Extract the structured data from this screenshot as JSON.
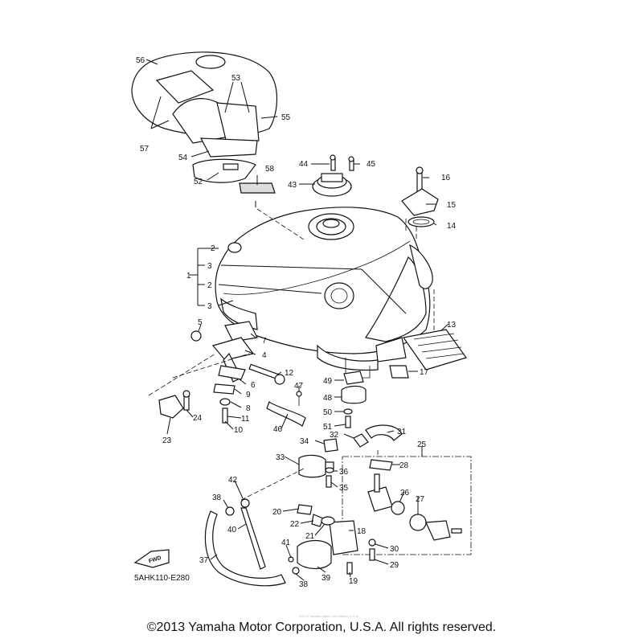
{
  "diagram": {
    "code": "5AHK110-E280",
    "fwd_label": "FWD",
    "watermark": "©2013 Yamaha Motor Corporation, U.S.A.",
    "callouts": {
      "n1": "1",
      "n2a": "2",
      "n2b": "2",
      "n3a": "3",
      "n3b": "3",
      "n4": "4",
      "n5": "5",
      "n6": "6",
      "n7": "7",
      "n8": "8",
      "n9": "9",
      "n10": "10",
      "n11": "11",
      "n12": "12",
      "n13": "13",
      "n14": "14",
      "n15": "15",
      "n16": "16",
      "n17": "17",
      "n18": "18",
      "n19": "19",
      "n20": "20",
      "n21": "21",
      "n22": "22",
      "n23": "23",
      "n24": "24",
      "n25": "25",
      "n26": "26",
      "n27": "27",
      "n28": "28",
      "n29": "29",
      "n30": "30",
      "n31": "31",
      "n32": "32",
      "n33": "33",
      "n34": "34",
      "n35": "35",
      "n36": "36",
      "n37": "37",
      "n38a": "38",
      "n38b": "38",
      "n39": "39",
      "n40": "40",
      "n41": "41",
      "n42": "42",
      "n43": "43",
      "n44": "44",
      "n45": "45",
      "n46": "46",
      "n47": "47",
      "n48": "48",
      "n49": "49",
      "n50": "50",
      "n51": "51",
      "n52": "52",
      "n53": "53",
      "n54": "54",
      "n55": "55",
      "n56": "56",
      "n57": "57",
      "n58": "58"
    }
  },
  "footer": {
    "copyright": "©2013 Yamaha Motor Corporation, U.S.A. All rights reserved."
  }
}
